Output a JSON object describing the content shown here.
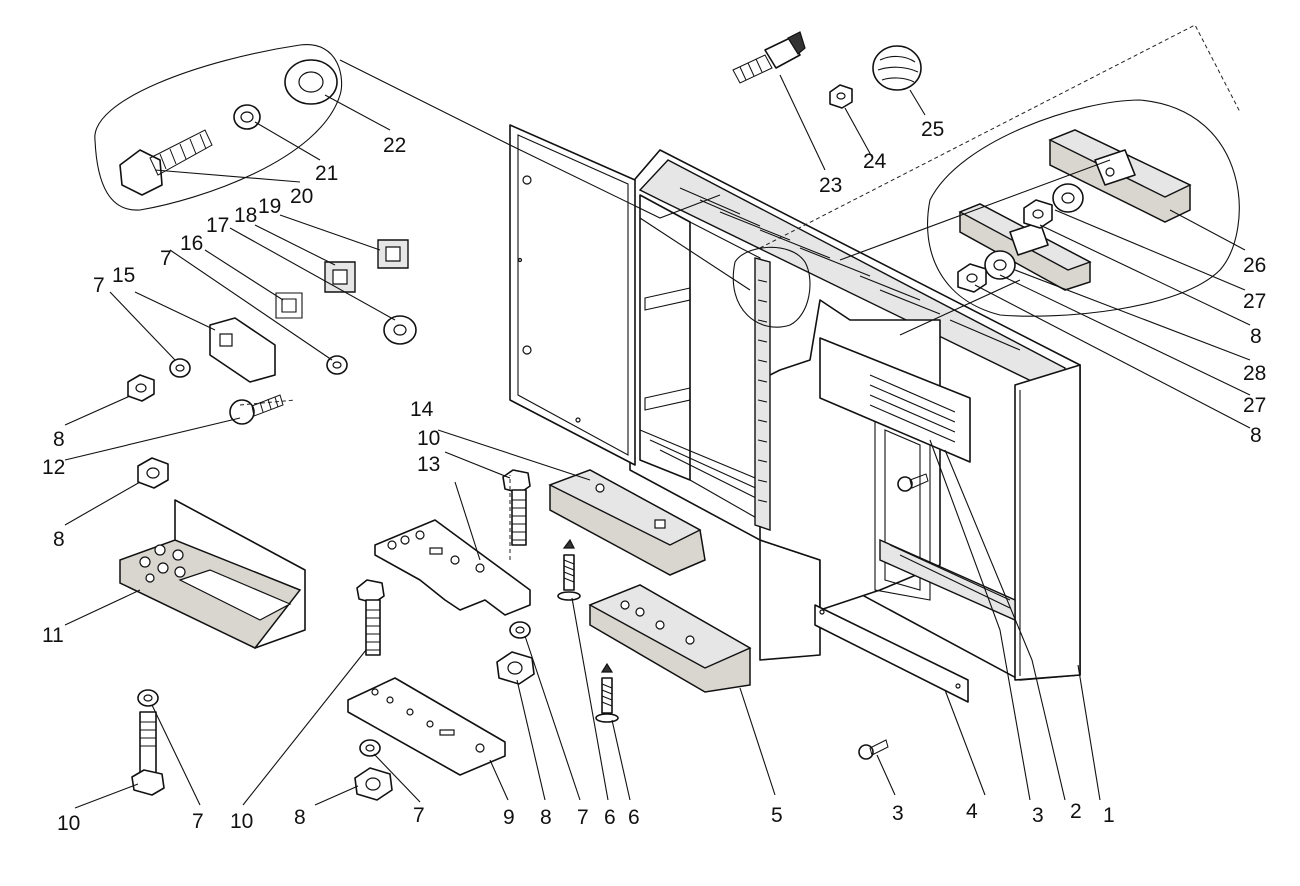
{
  "diagram": {
    "type": "exploded-assembly",
    "callouts": [
      {
        "id": "c1",
        "label": "1"
      },
      {
        "id": "c2",
        "label": "2"
      },
      {
        "id": "c3a",
        "label": "3"
      },
      {
        "id": "c3b",
        "label": "3"
      },
      {
        "id": "c4",
        "label": "4"
      },
      {
        "id": "c5",
        "label": "5"
      },
      {
        "id": "c6a",
        "label": "6"
      },
      {
        "id": "c6b",
        "label": "6"
      },
      {
        "id": "c7a",
        "label": "7"
      },
      {
        "id": "c7b",
        "label": "7"
      },
      {
        "id": "c7c",
        "label": "7"
      },
      {
        "id": "c7d",
        "label": "7"
      },
      {
        "id": "c7e",
        "label": "7"
      },
      {
        "id": "c8a",
        "label": "8"
      },
      {
        "id": "c8b",
        "label": "8"
      },
      {
        "id": "c8c",
        "label": "8"
      },
      {
        "id": "c8d",
        "label": "8"
      },
      {
        "id": "c8e",
        "label": "8"
      },
      {
        "id": "c8f",
        "label": "8"
      },
      {
        "id": "c9",
        "label": "9"
      },
      {
        "id": "c10a",
        "label": "10"
      },
      {
        "id": "c10b",
        "label": "10"
      },
      {
        "id": "c10c",
        "label": "10"
      },
      {
        "id": "c11",
        "label": "11"
      },
      {
        "id": "c12",
        "label": "12"
      },
      {
        "id": "c13",
        "label": "13"
      },
      {
        "id": "c14",
        "label": "14"
      },
      {
        "id": "c15",
        "label": "15"
      },
      {
        "id": "c16",
        "label": "16"
      },
      {
        "id": "c17",
        "label": "17"
      },
      {
        "id": "c18",
        "label": "18"
      },
      {
        "id": "c19",
        "label": "19"
      },
      {
        "id": "c20",
        "label": "20"
      },
      {
        "id": "c21",
        "label": "21"
      },
      {
        "id": "c22",
        "label": "22"
      },
      {
        "id": "c23",
        "label": "23"
      },
      {
        "id": "c24",
        "label": "24"
      },
      {
        "id": "c25",
        "label": "25"
      },
      {
        "id": "c26",
        "label": "26"
      },
      {
        "id": "c27a",
        "label": "27"
      },
      {
        "id": "c27b",
        "label": "27"
      },
      {
        "id": "c28",
        "label": "28"
      }
    ]
  }
}
